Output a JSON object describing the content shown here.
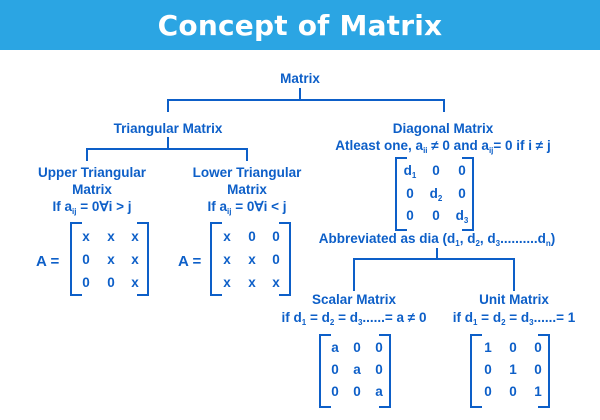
{
  "title": "Concept of Matrix",
  "root": "Matrix",
  "triangular": {
    "label": "Triangular Matrix",
    "upper": {
      "line1": "Upper Triangular",
      "line2": "Matrix",
      "cond_pre": "If a",
      "cond_sub": "ij",
      "cond_post": " = 0∀i > j",
      "lhs": "A =",
      "matrix": [
        [
          "x",
          "x",
          "x"
        ],
        [
          "0",
          "x",
          "x"
        ],
        [
          "0",
          "0",
          "x"
        ]
      ]
    },
    "lower": {
      "line1": "Lower Triangular",
      "line2": "Matrix",
      "cond_pre": "If a",
      "cond_sub": "ij",
      "cond_post": " = 0∀i < j",
      "lhs": "A =",
      "matrix": [
        [
          "x",
          "0",
          "0"
        ],
        [
          "x",
          "x",
          "0"
        ],
        [
          "x",
          "x",
          "x"
        ]
      ]
    }
  },
  "diagonal": {
    "label": "Diagonal Matrix",
    "cond": {
      "p1": "Atleast one, a",
      "s1": "ii",
      "p2": " ≠ 0 and a",
      "s2": "ij",
      "p3": "= 0 if i ≠ j"
    },
    "matrix": [
      [
        {
          "v": "d",
          "s": "1"
        },
        {
          "v": "0",
          "s": ""
        },
        {
          "v": "0",
          "s": ""
        }
      ],
      [
        {
          "v": "0",
          "s": ""
        },
        {
          "v": "d",
          "s": "2"
        },
        {
          "v": "0",
          "s": ""
        }
      ],
      [
        {
          "v": "0",
          "s": ""
        },
        {
          "v": "0",
          "s": ""
        },
        {
          "v": "d",
          "s": "3"
        }
      ]
    ],
    "abbrev": {
      "p1": "Abbreviated as dia (d",
      "s1": "1",
      "p2": ", d",
      "s2": "2",
      "p3": ", d",
      "s3": "3",
      "p4": "..........d",
      "s4": "n",
      "p5": ")"
    }
  },
  "scalar": {
    "label": "Scalar Matrix",
    "cond": {
      "p1": "if d",
      "s1": "1",
      "p2": " = d",
      "s2": "2",
      "p3": " = d",
      "s3": "3",
      "p4": "......= a ≠ 0"
    },
    "matrix": [
      [
        "a",
        "0",
        "0"
      ],
      [
        "0",
        "a",
        "0"
      ],
      [
        "0",
        "0",
        "a"
      ]
    ]
  },
  "unit": {
    "label": "Unit Matrix",
    "cond": {
      "p1": "if d",
      "s1": "1",
      "p2": " = d",
      "s2": "2",
      "p3": " = d",
      "s3": "3",
      "p4": "......= 1"
    },
    "matrix": [
      [
        "1",
        "0",
        "0"
      ],
      [
        "0",
        "1",
        "0"
      ],
      [
        "0",
        "0",
        "1"
      ]
    ]
  }
}
